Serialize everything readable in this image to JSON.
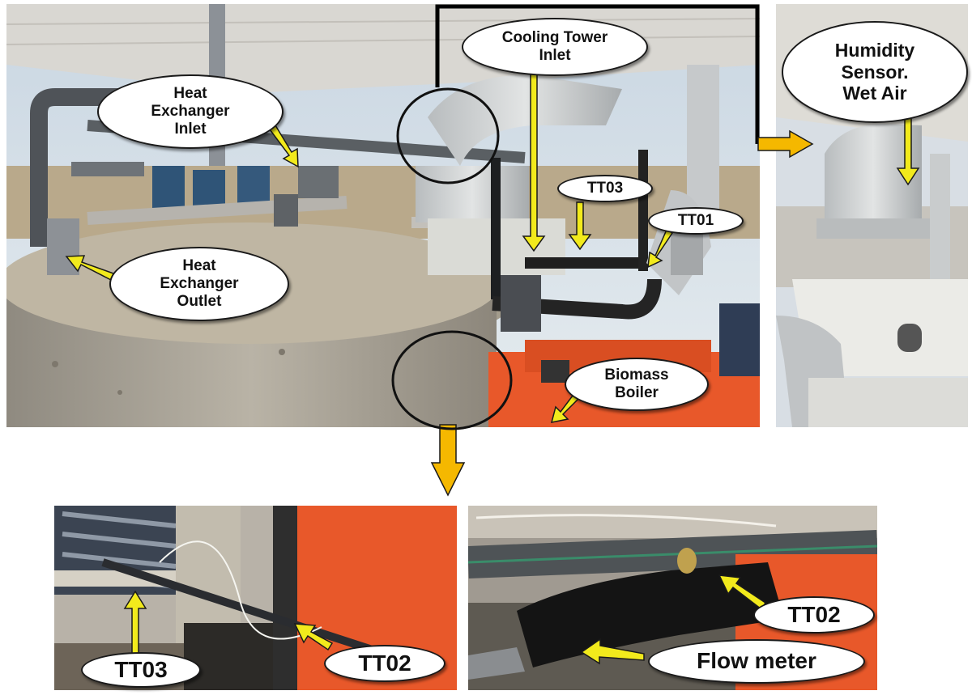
{
  "labels": {
    "cooling_tower_inlet": "Cooling Tower\nInlet",
    "heat_exchanger_inlet": "Heat\nExchanger\nInlet",
    "heat_exchanger_outlet": "Heat\nExchanger\nOutlet",
    "tt03_main": "TT03",
    "tt01_main": "TT01",
    "biomass_boiler": "Biomass\nBoiler",
    "humidity_sensor": "Humidity\nSensor.\nWet Air",
    "tt03_detail": "TT03",
    "tt02_detail_left": "TT02",
    "tt02_detail_right": "TT02",
    "flow_meter": "Flow meter"
  },
  "colors": {
    "arrow_yellow": "#f2ea1c",
    "connector_orange": "#f5b800",
    "boiler_orange": "#e8582a",
    "connector_line": "#000000"
  },
  "icons": {
    "callout_arrow": "yellow-arrow-icon",
    "connector_arrow": "orange-arrow-icon",
    "highlight_circle": "circle-outline"
  }
}
